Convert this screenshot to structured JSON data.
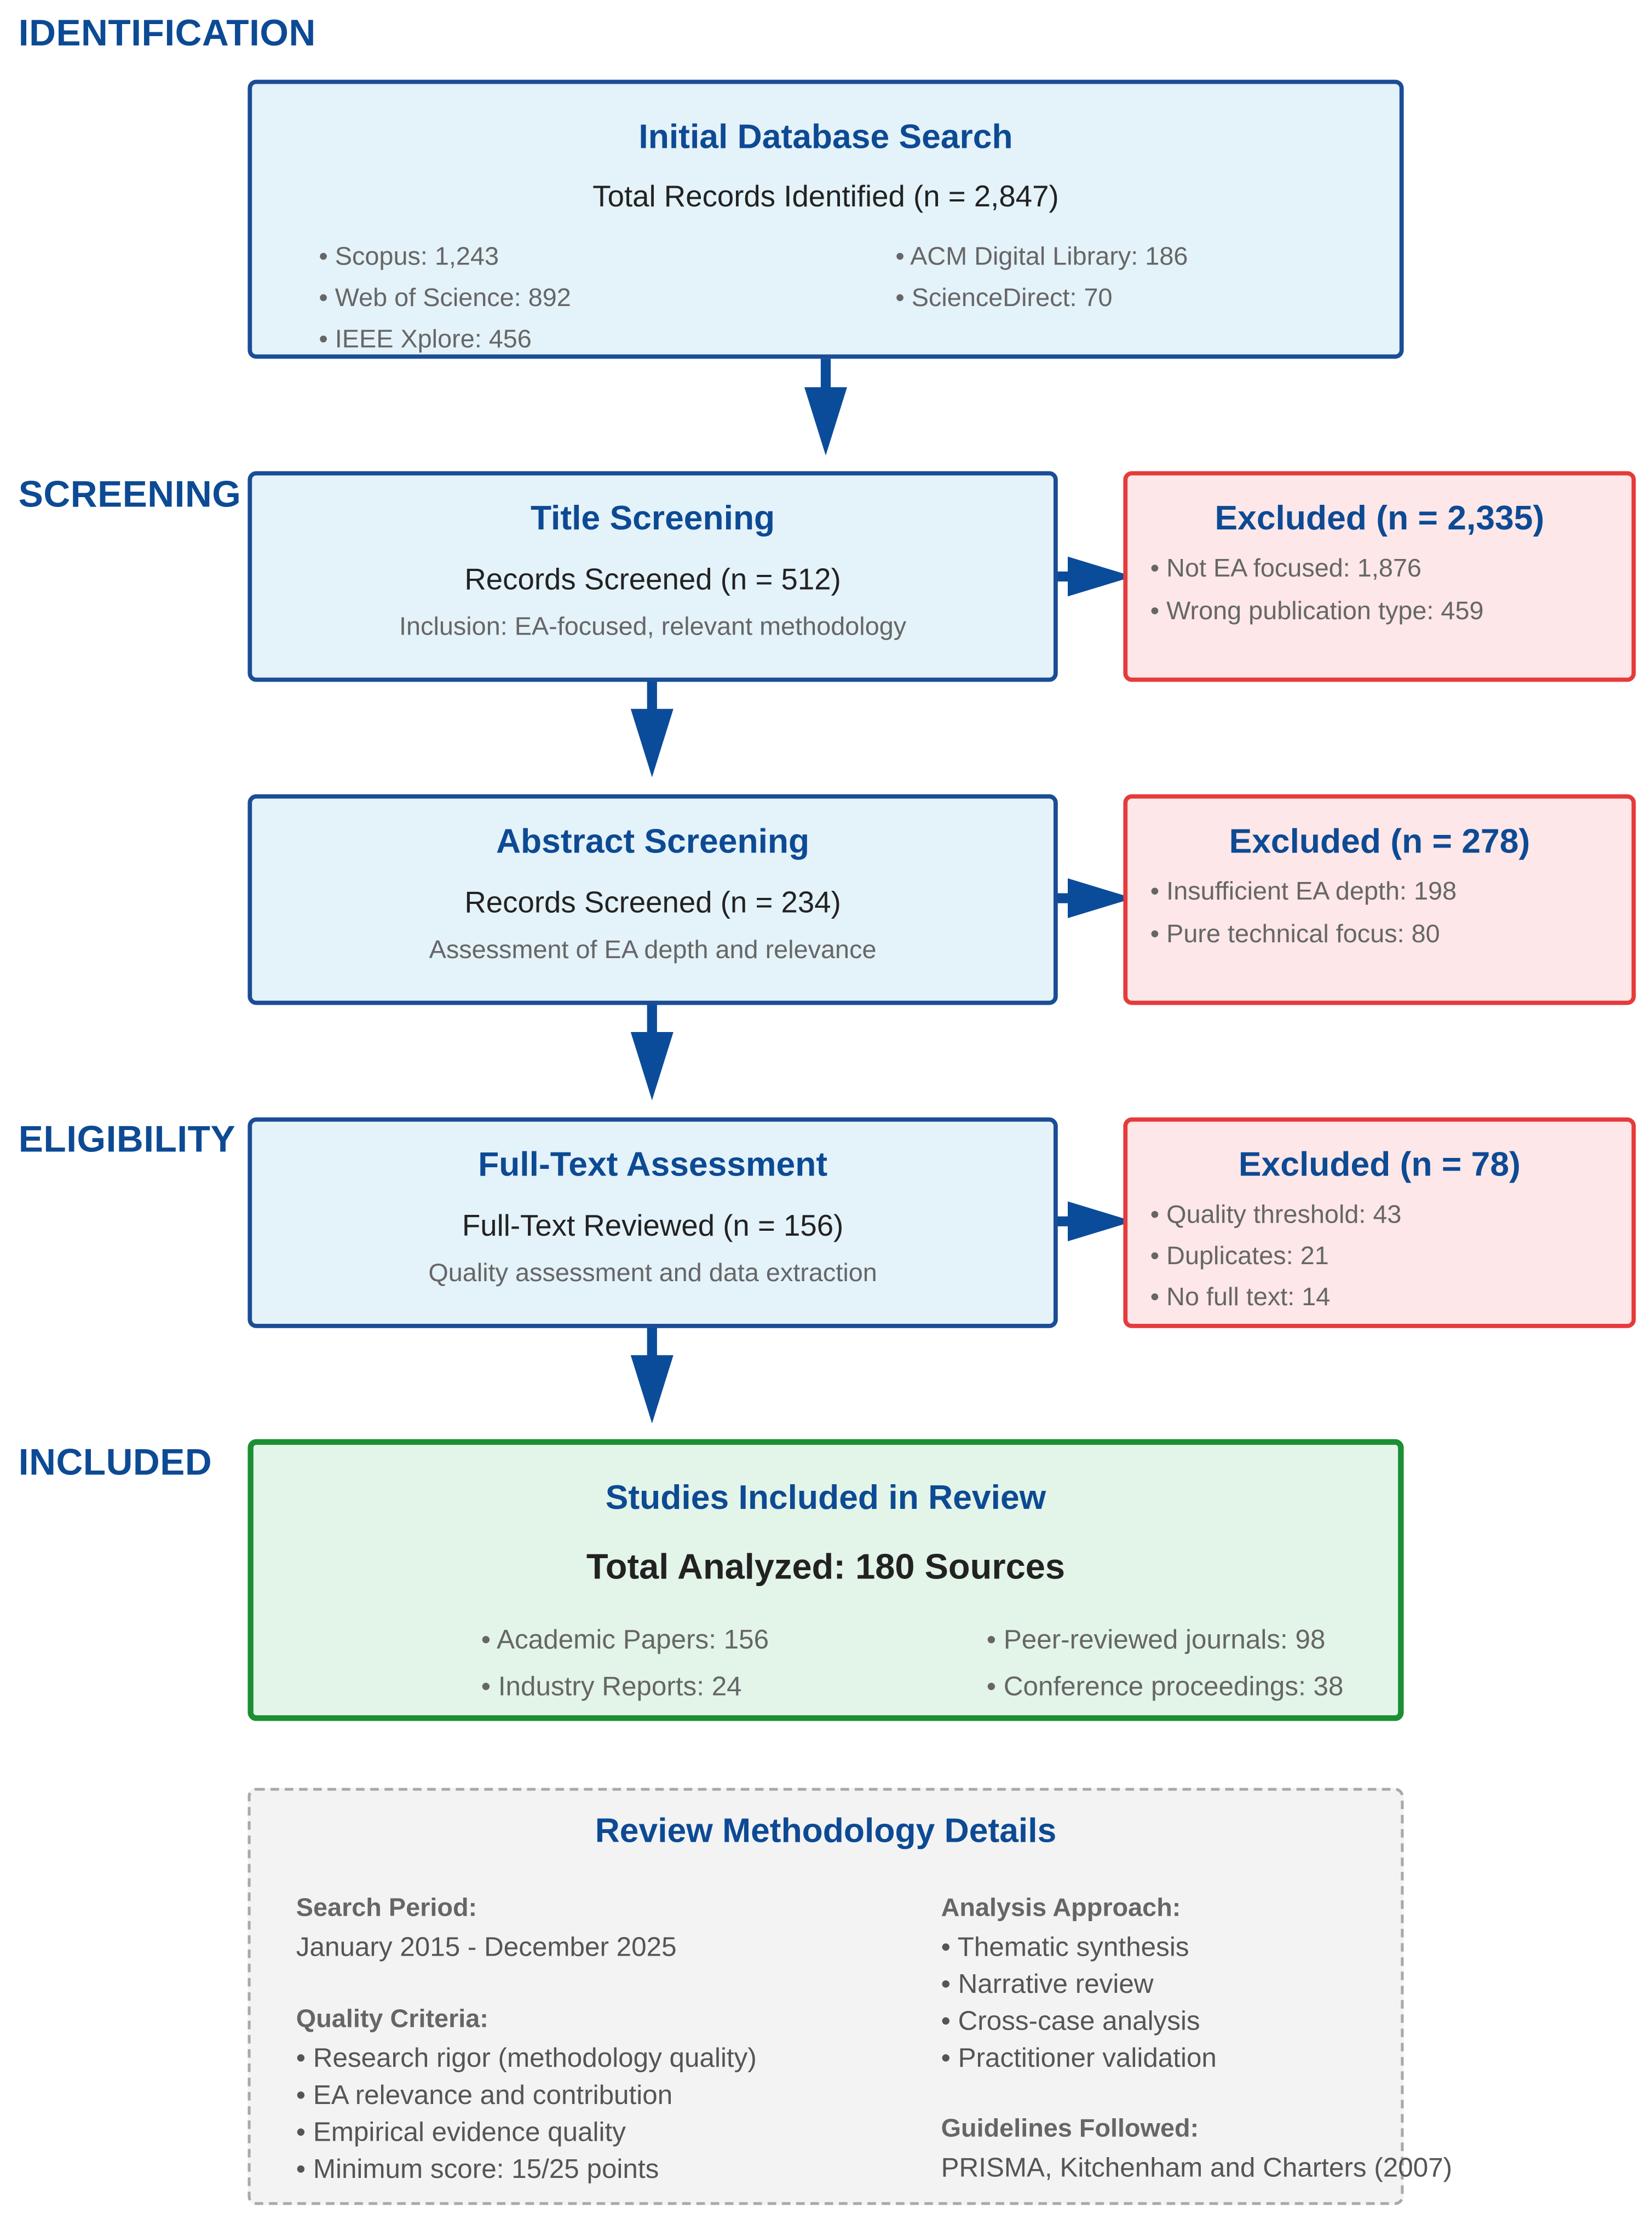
{
  "sections": {
    "identification": "IDENTIFICATION",
    "screening": "SCREENING",
    "eligibility": "ELIGIBILITY",
    "included": "INCLUDED"
  },
  "initial_search": {
    "title": "Initial Database Search",
    "subtitle": "Total Records Identified (n = 2,847)",
    "sources": [
      "• Scopus: 1,243",
      "• Web of Science: 892",
      "• IEEE Xplore: 456",
      "• ACM Digital Library: 186",
      "• ScienceDirect: 70"
    ]
  },
  "title_screening": {
    "title": "Title Screening",
    "subtitle": "Records Screened (n = 512)",
    "description": "Inclusion: EA-focused, relevant methodology"
  },
  "title_excluded": {
    "title": "Excluded (n = 2,335)",
    "items": [
      "• Not EA focused: 1,876",
      "• Wrong publication type: 459"
    ]
  },
  "abstract_screening": {
    "title": "Abstract Screening",
    "subtitle": "Records Screened (n = 234)",
    "description": "Assessment of EA depth and relevance"
  },
  "abstract_excluded": {
    "title": "Excluded (n = 278)",
    "items": [
      "• Insufficient EA depth: 198",
      "• Pure technical focus: 80"
    ]
  },
  "fulltext": {
    "title": "Full-Text Assessment",
    "subtitle": "Full-Text Reviewed (n = 156)",
    "description": "Quality assessment and data extraction"
  },
  "fulltext_excluded": {
    "title": "Excluded (n = 78)",
    "items": [
      "• Quality threshold: 43",
      "• Duplicates: 21",
      "• No full text: 14"
    ]
  },
  "included": {
    "title": "Studies Included in Review",
    "subtitle": "Total Analyzed: 180 Sources",
    "items": [
      "• Academic Papers: 156",
      "• Industry Reports: 24",
      "• Peer-reviewed journals: 98",
      "• Conference proceedings: 38"
    ]
  },
  "methodology": {
    "title": "Review Methodology Details",
    "search_period_label": "Search Period:",
    "search_period_value": "January 2015 - December 2025",
    "quality_label": "Quality Criteria:",
    "quality_items": [
      "• Research rigor (methodology quality)",
      "• EA relevance and contribution",
      "• Empirical evidence quality",
      "• Minimum score: 15/25 points"
    ],
    "analysis_label": "Analysis Approach:",
    "analysis_items": [
      "• Thematic synthesis",
      "• Narrative review",
      "• Cross-case analysis",
      "• Practitioner validation"
    ],
    "guidelines_label": "Guidelines Followed:",
    "guidelines_value": "PRISMA, Kitchenham and Charters (2007)"
  },
  "colors": {
    "navy": "#0d4a94",
    "arrow": "#0b4c9a",
    "blue_fill": "#e4f2f9",
    "red_border": "#e63b3b",
    "red_fill": "#fde7e8",
    "green_border": "#1b8f33",
    "green_fill": "#e3f4e8",
    "grey_fill": "#f3f3f3"
  }
}
